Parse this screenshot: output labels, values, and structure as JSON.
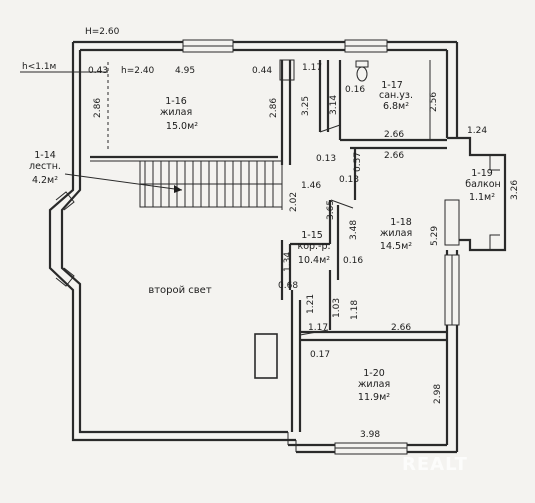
{
  "heights": {
    "floor": "H=2.60",
    "stair_clear": "h=2.40",
    "low_area": "h<1.1м"
  },
  "rooms": [
    {
      "id": "1-14",
      "name": "лестн.",
      "area": "4.2м²"
    },
    {
      "id": "1-15",
      "name": "кор.-р.",
      "area": "10.4м²"
    },
    {
      "id": "1-16",
      "name": "жилая",
      "area": "15.0м²"
    },
    {
      "id": "1-17",
      "name": "сан.уз.",
      "area": "6.8м²"
    },
    {
      "id": "1-18",
      "name": "жилая",
      "area": "14.5м²"
    },
    {
      "id": "1-19",
      "name": "балкон",
      "area": "1.1м²"
    },
    {
      "id": "1-20",
      "name": "жилая",
      "area": "11.9м²"
    }
  ],
  "void_label": "второй свет",
  "dims": {
    "d043": "0.43",
    "d495": "4.95",
    "d044": "0.44",
    "d117a": "1.17",
    "d286a": "2.86",
    "d286b": "2.86",
    "d325": "3.25",
    "d314": "3.14",
    "d016a": "0.16",
    "d256": "2.56",
    "d266a": "2.66",
    "d266b": "2.66",
    "d013a": "0.13",
    "d057": "0.57",
    "d013b": "0.13",
    "d124": "1.24",
    "d326": "3.26",
    "d146": "1.46",
    "d202": "2.02",
    "d365": "3.65",
    "d348": "3.48",
    "d016b": "0.16",
    "d529": "5.29",
    "d134": "1.34",
    "d068": "0.68",
    "d121": "1.21",
    "d103": "1.03",
    "d118": "1.18",
    "d117b": "1.17",
    "d266c": "2.66",
    "d017": "0.17",
    "d298": "2.98",
    "d398": "3.98"
  },
  "watermark": "REALT"
}
